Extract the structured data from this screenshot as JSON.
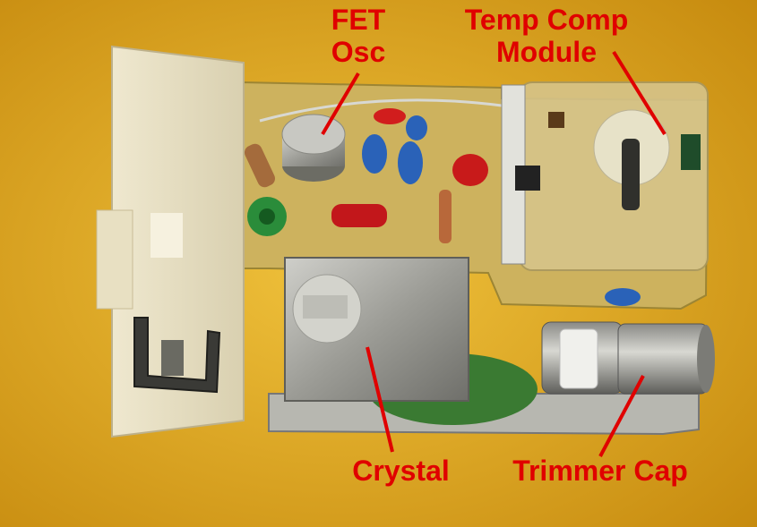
{
  "colors": {
    "background": "#d9a21a",
    "label_red": "#e00000",
    "board": "#cfb05a",
    "metal": "#a9a9a4"
  },
  "labels": {
    "fet_line1": "FET",
    "fet_line2": "Osc",
    "temp_line1": "Temp Comp",
    "temp_line2": "Module",
    "crystal": "Crystal",
    "trimmer": "Trimmer Cap"
  }
}
